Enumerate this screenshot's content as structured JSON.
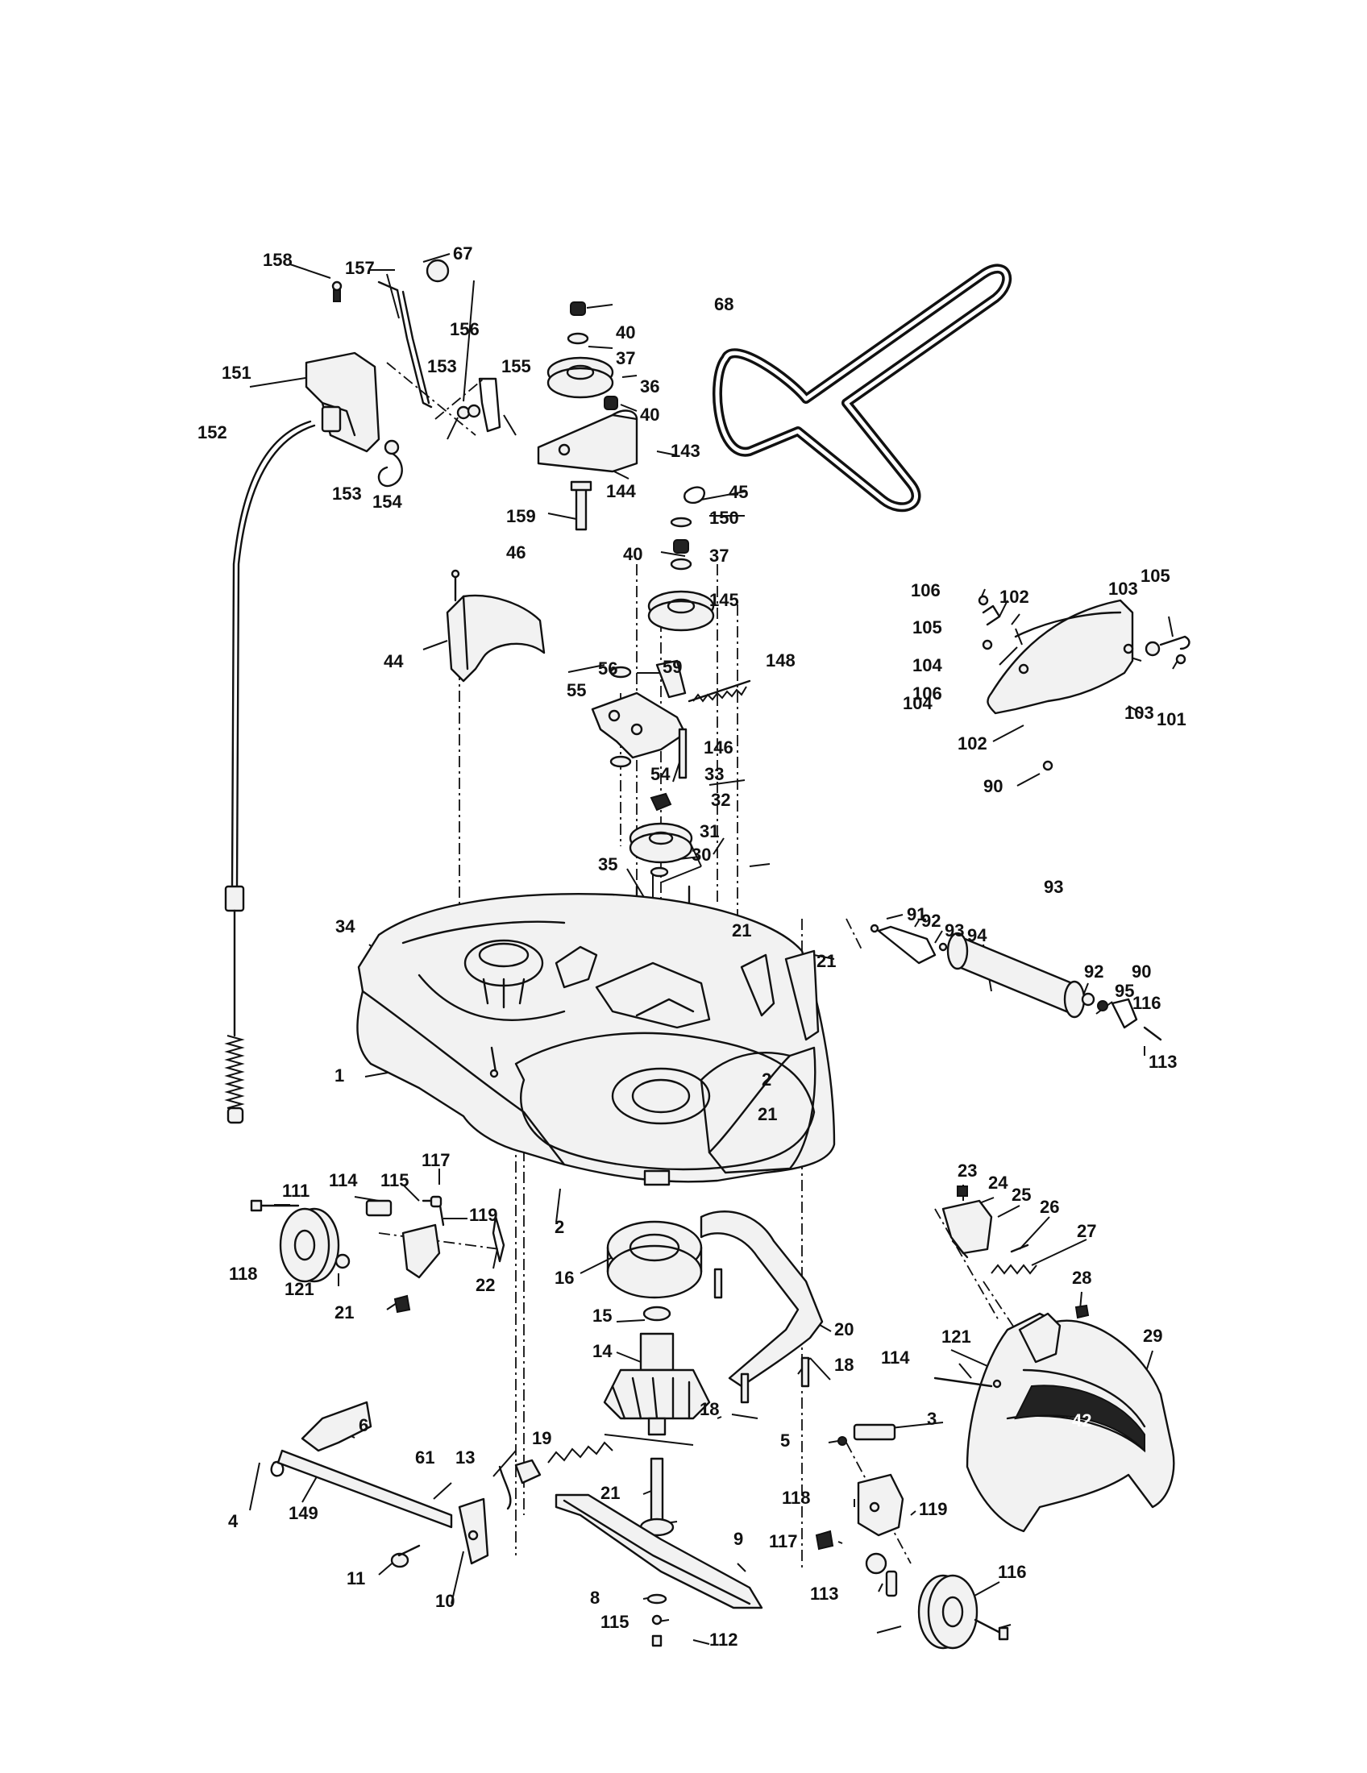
{
  "diagram": {
    "type": "exploded-parts-diagram",
    "subject": "mower deck assembly",
    "deck_marking": "42",
    "callouts": [
      "67",
      "157",
      "158",
      "156",
      "153",
      "155",
      "151",
      "152",
      "153",
      "154",
      "40",
      "37",
      "36",
      "40",
      "143",
      "144",
      "159",
      "68",
      "45",
      "150",
      "40",
      "37",
      "145",
      "46",
      "44",
      "56",
      "59",
      "148",
      "55",
      "146",
      "54",
      "33",
      "32",
      "31",
      "30",
      "35",
      "34",
      "21",
      "21",
      "1",
      "2",
      "21",
      "2",
      "16",
      "15",
      "14",
      "20",
      "18",
      "18",
      "106",
      "102",
      "103",
      "105",
      "105",
      "104",
      "103",
      "104",
      "106",
      "101",
      "102",
      "90",
      "91",
      "92",
      "93",
      "94",
      "93",
      "92",
      "95",
      "90",
      "116",
      "113",
      "111",
      "114",
      "115",
      "117",
      "119",
      "118",
      "121",
      "21",
      "22",
      "23",
      "24",
      "25",
      "26",
      "27",
      "28",
      "29",
      "121",
      "114",
      "3",
      "5",
      "6",
      "4",
      "149",
      "61",
      "13",
      "19",
      "21",
      "11",
      "10",
      "9",
      "8",
      "115",
      "112",
      "118",
      "119",
      "117",
      "113",
      "116"
    ]
  }
}
